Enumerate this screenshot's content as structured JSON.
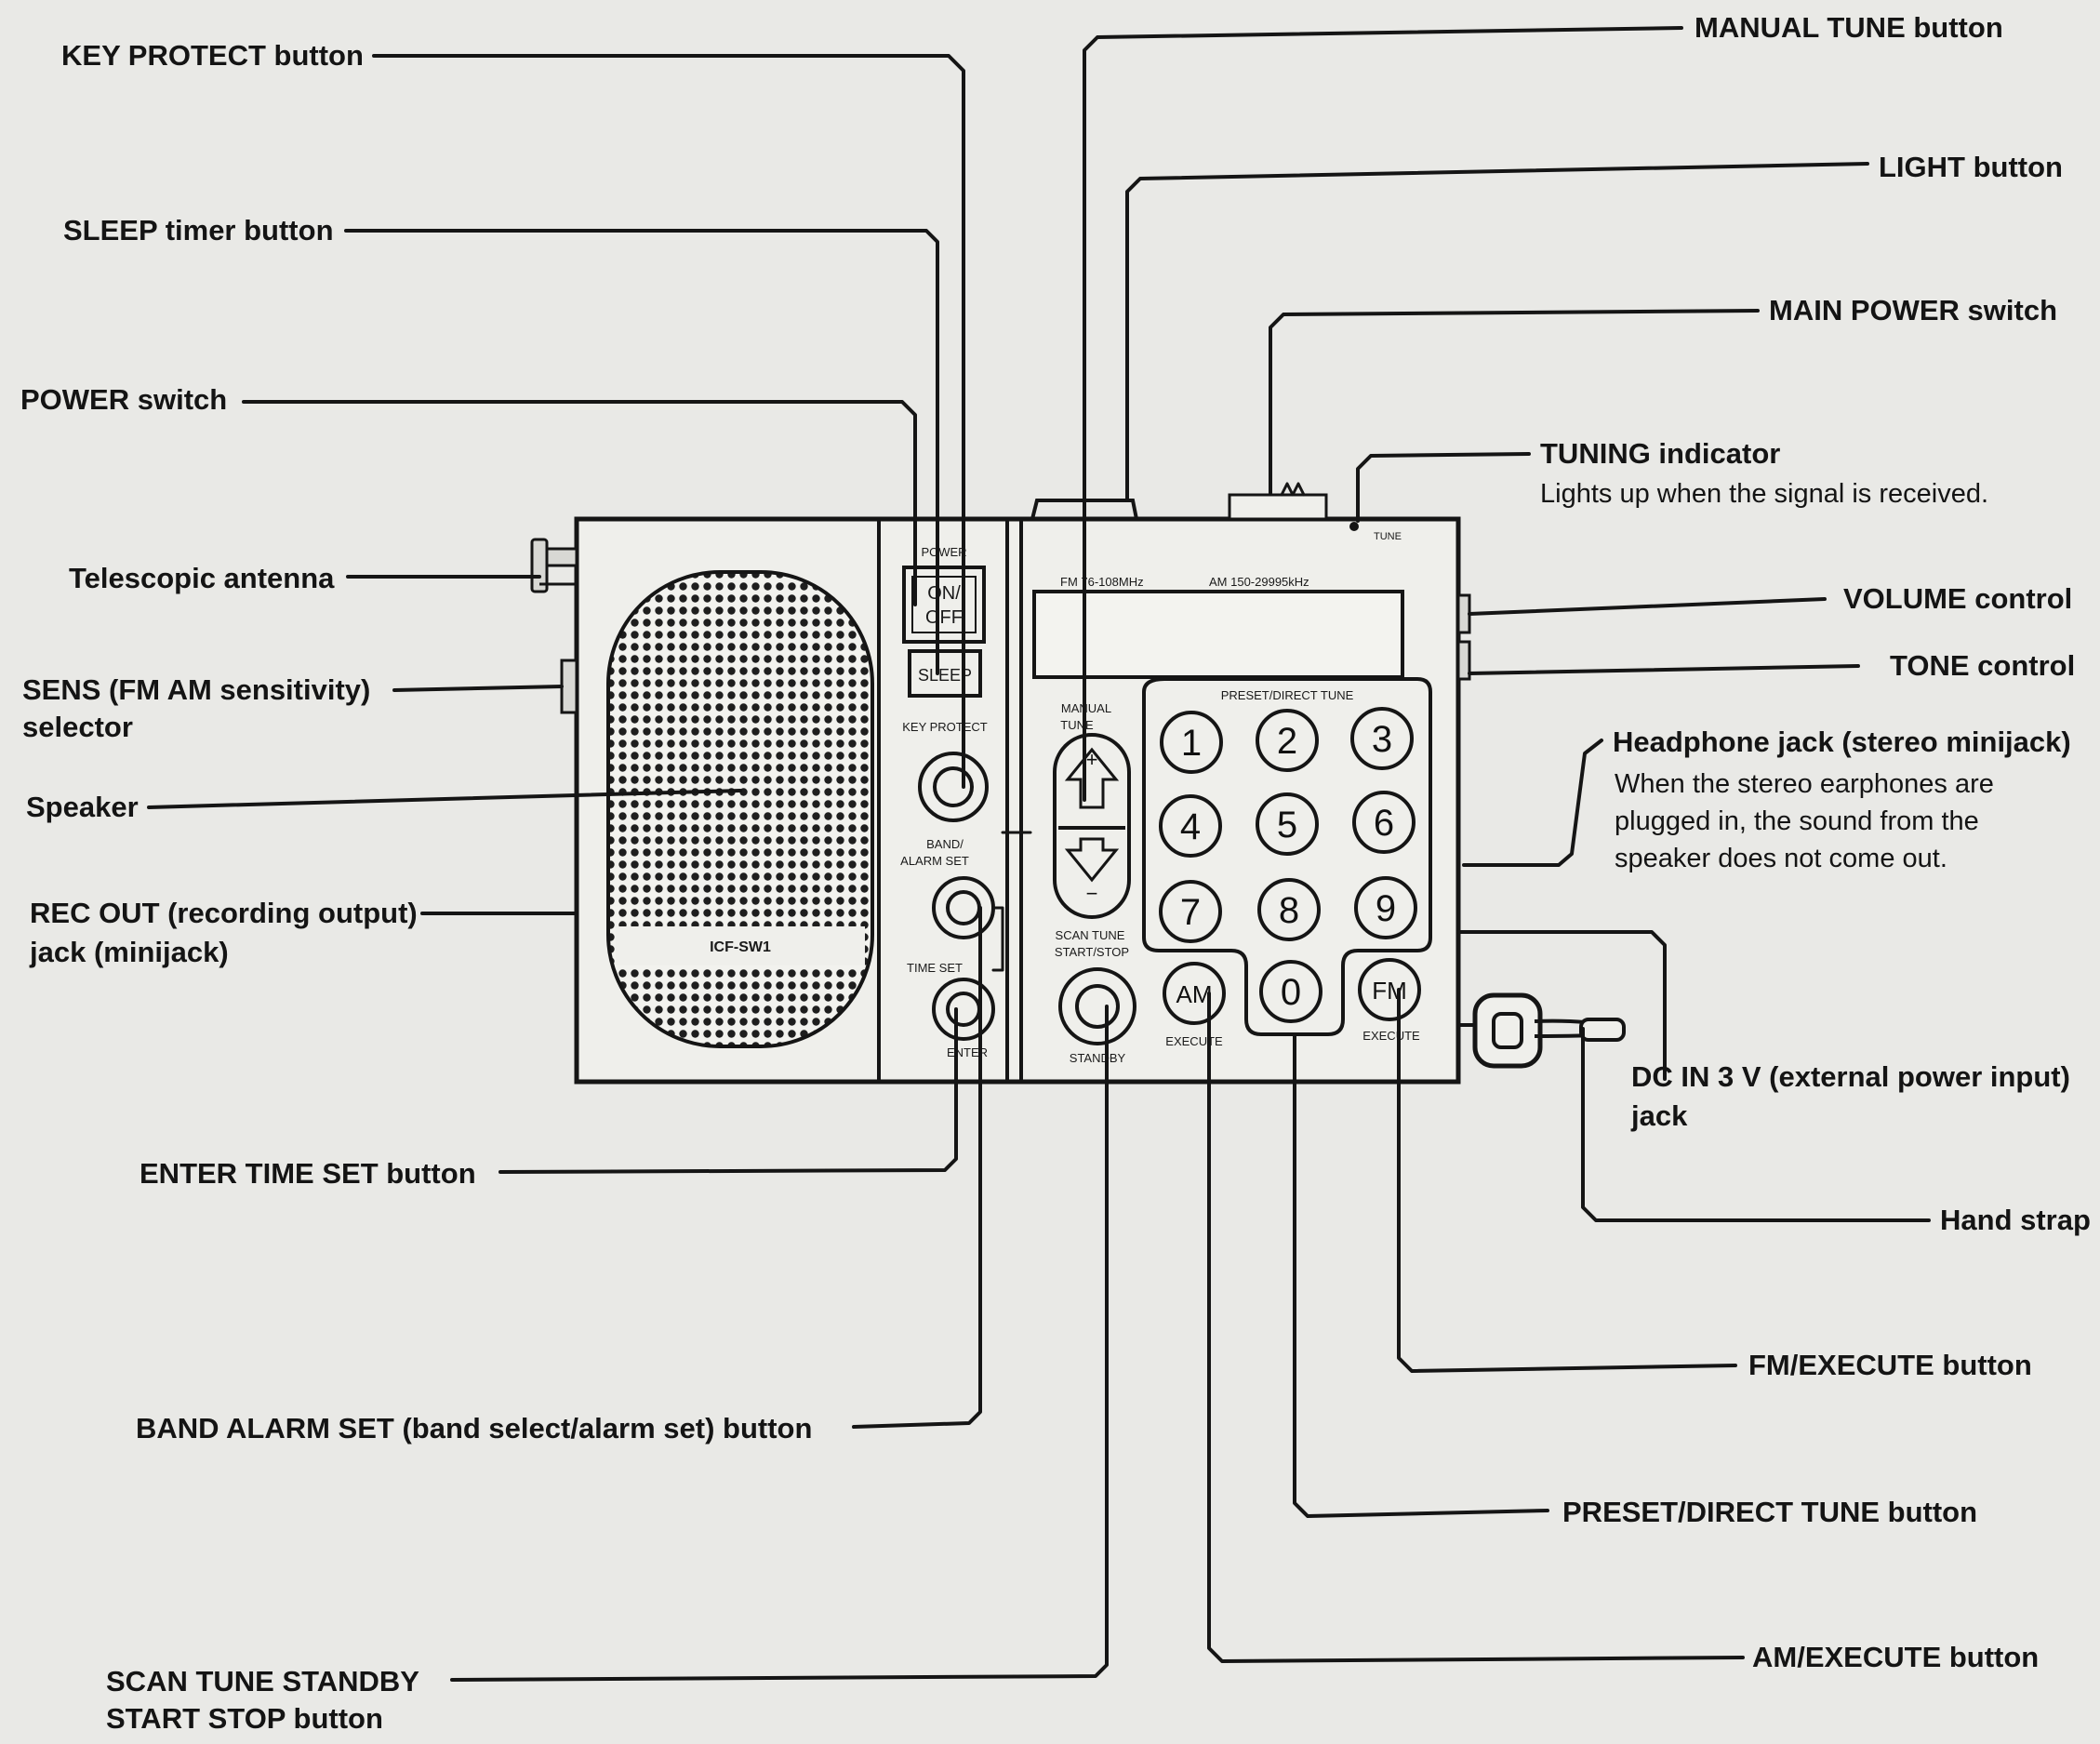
{
  "labels": {
    "key_protect": "KEY PROTECT button",
    "sleep_timer": "SLEEP timer button",
    "power_switch": "POWER switch",
    "telescopic_antenna": "Telescopic antenna",
    "sens_line1": "SENS (FM AM sensitivity)",
    "sens_line2": "selector",
    "speaker": "Speaker",
    "rec_out_line1": "REC OUT (recording output)",
    "rec_out_line2": "jack (minijack)",
    "enter_time_set": "ENTER TIME SET button",
    "band_alarm_set": "BAND ALARM SET (band select/alarm set) button",
    "scan_tune_line1": "SCAN TUNE STANDBY",
    "scan_tune_line2": "START STOP button",
    "manual_tune": "MANUAL TUNE button",
    "light": "LIGHT button",
    "main_power": "MAIN POWER switch",
    "tuning_indicator": "TUNING indicator",
    "tuning_indicator_desc": "Lights up when the signal is received.",
    "volume": "VOLUME control",
    "tone": "TONE control",
    "headphone_jack": "Headphone jack (stereo minijack)",
    "headphone_desc_1": "When the stereo earphones are",
    "headphone_desc_2": "plugged in, the sound from the",
    "headphone_desc_3": "speaker does not come out.",
    "dc_in_line1": "DC IN 3 V (external power input)",
    "dc_in_line2": "jack",
    "hand_strap": "Hand strap",
    "fm_execute": "FM/EXECUTE button",
    "preset_direct": "PRESET/DIRECT TUNE button",
    "am_execute": "AM/EXECUTE button"
  },
  "panel": {
    "power": "POWER",
    "on": "ON/",
    "off": "OFF",
    "sleep": "SLEEP",
    "key_protect": "KEY PROTECT",
    "band": "BAND/",
    "alarm_set": "ALARM SET",
    "time_set": "TIME SET",
    "enter": "ENTER",
    "model": "ICF-SW1",
    "freq_fm": "FM 76-108MHz",
    "freq_am": "AM 150-29995kHz",
    "manual": "MANUAL",
    "tune": "TUNE",
    "scan_tune": "SCAN TUNE",
    "start_stop": "START/STOP",
    "standby": "STANDBY",
    "preset_direct_tune": "PRESET/DIRECT TUNE",
    "tune_indicator": "TUNE",
    "execute_am": "EXECUTE",
    "execute_fm": "EXECUTE",
    "keys": [
      "1",
      "2",
      "3",
      "4",
      "5",
      "6",
      "7",
      "8",
      "9",
      "0"
    ],
    "am_key": "AM",
    "fm_key": "FM",
    "up_sign": "+",
    "down_sign": "−"
  }
}
